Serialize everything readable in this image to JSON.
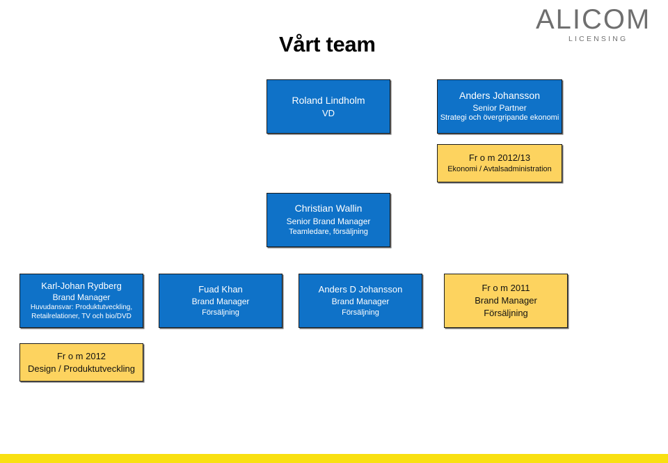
{
  "header": {
    "title": "Vårt team"
  },
  "logo": {
    "wordmark": "ALICOM",
    "subline": "LICENSING"
  },
  "org_chart": {
    "roland": {
      "name": "Roland Lindholm",
      "role": "VD"
    },
    "anders_j": {
      "name": "Anders Johansson",
      "role": "Senior Partner",
      "detail": "Strategi och övergripande ekonomi"
    },
    "economy_from": {
      "line1": "Fr o m 2012/13",
      "line2": "Ekonomi / Avtalsadministration"
    },
    "christian": {
      "name": "Christian Wallin",
      "role": "Senior Brand Manager",
      "detail": "Teamledare, försäljning"
    },
    "karl_johan": {
      "name": "Karl-Johan Rydberg",
      "role": "Brand Manager",
      "detail1": "Huvudansvar: Produktutveckling,",
      "detail2": "Retailrelationer, TV och bio/DVD"
    },
    "fuad": {
      "name": "Fuad Khan",
      "role": "Brand Manager",
      "detail": "Försäljning"
    },
    "anders_d": {
      "name": "Anders D Johansson",
      "role": "Brand Manager",
      "detail": "Försäljning"
    },
    "vacancy_2011": {
      "line1": "Fr o m 2011",
      "line2": "Brand Manager",
      "line3": "Försäljning"
    },
    "vacancy_2012": {
      "line1": "Fr o m 2012",
      "line2": "Design / Produktutveckling"
    }
  },
  "colors": {
    "blue_box": "#0f72c8",
    "yellow_box": "#fdd35f",
    "bottom_bar": "#f9e011",
    "logo_gray": "#6f6f6f"
  }
}
